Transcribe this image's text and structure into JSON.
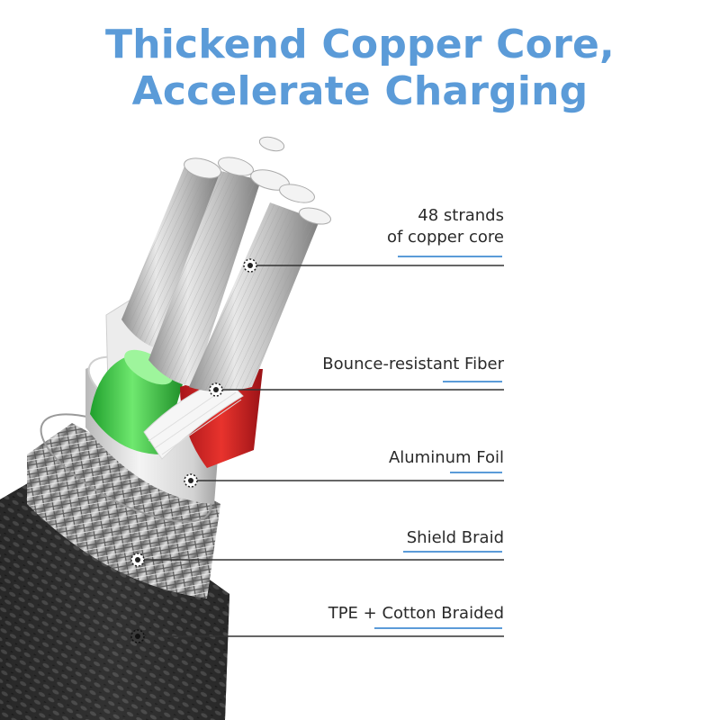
{
  "title": {
    "line1": "Thickend Copper Core,",
    "line2": "Accelerate Charging"
  },
  "colors": {
    "title": "#5b9bd8",
    "accent_underline": "#5b9bd8",
    "green_insulation": "#3fc84a",
    "red_insulation": "#d72a25",
    "white_insulation": "#eeeeee",
    "outer_braid": "#2b2b2b"
  },
  "callouts": [
    {
      "label_line1": "48 strands",
      "label_line2": "of copper core"
    },
    {
      "label_line1": "Bounce-resistant Fiber",
      "label_line2": ""
    },
    {
      "label_line1": "Aluminum Foil",
      "label_line2": ""
    },
    {
      "label_line1": "Shield Braid",
      "label_line2": ""
    },
    {
      "label_line1": "TPE + Cotton Braided",
      "label_line2": ""
    }
  ]
}
